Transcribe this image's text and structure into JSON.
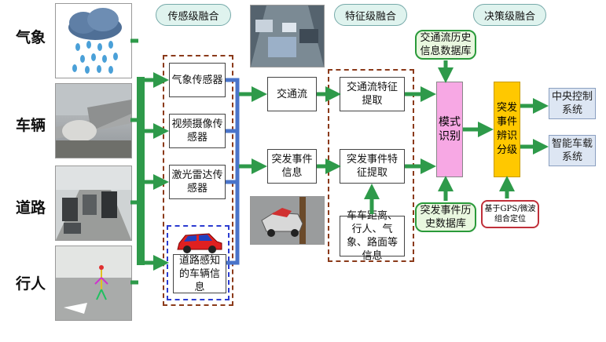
{
  "side_labels": [
    "气象",
    "车辆",
    "道路",
    "行人"
  ],
  "stages": {
    "sensor": "传感级融合",
    "feature": "特征级融合",
    "decision": "决策级融合"
  },
  "sensors": {
    "weather": "气象传感器",
    "camera": "视频摄像传感器",
    "lidar": "激光雷达传感器",
    "road": "道路感知的车辆信息"
  },
  "info": {
    "traffic_flow": "交通流",
    "incident": "突发事件信息"
  },
  "features": {
    "traffic_flow_feature": "交通流特征提取",
    "incident_feature": "突发事件特征提取",
    "extra_info": "车车距离、行人、气象、路面等信息"
  },
  "databases": {
    "traffic_history": "交通流历史信息数据库",
    "incident_history": "突发事件历史数据库"
  },
  "pattern": "模式识别",
  "classification": "突发事件辨识分级",
  "positioning": "基于GPS/微波组合定位",
  "outputs": {
    "central": "中央控制系统",
    "vehicle": "智能车载系统"
  },
  "colors": {
    "arrow_green": "#2e9a4a",
    "link_blue": "#4a74c9",
    "pattern_pink": "#f7a8e4",
    "classify_yellow": "#ffc800",
    "dashed_brown": "#8b3a1a"
  }
}
